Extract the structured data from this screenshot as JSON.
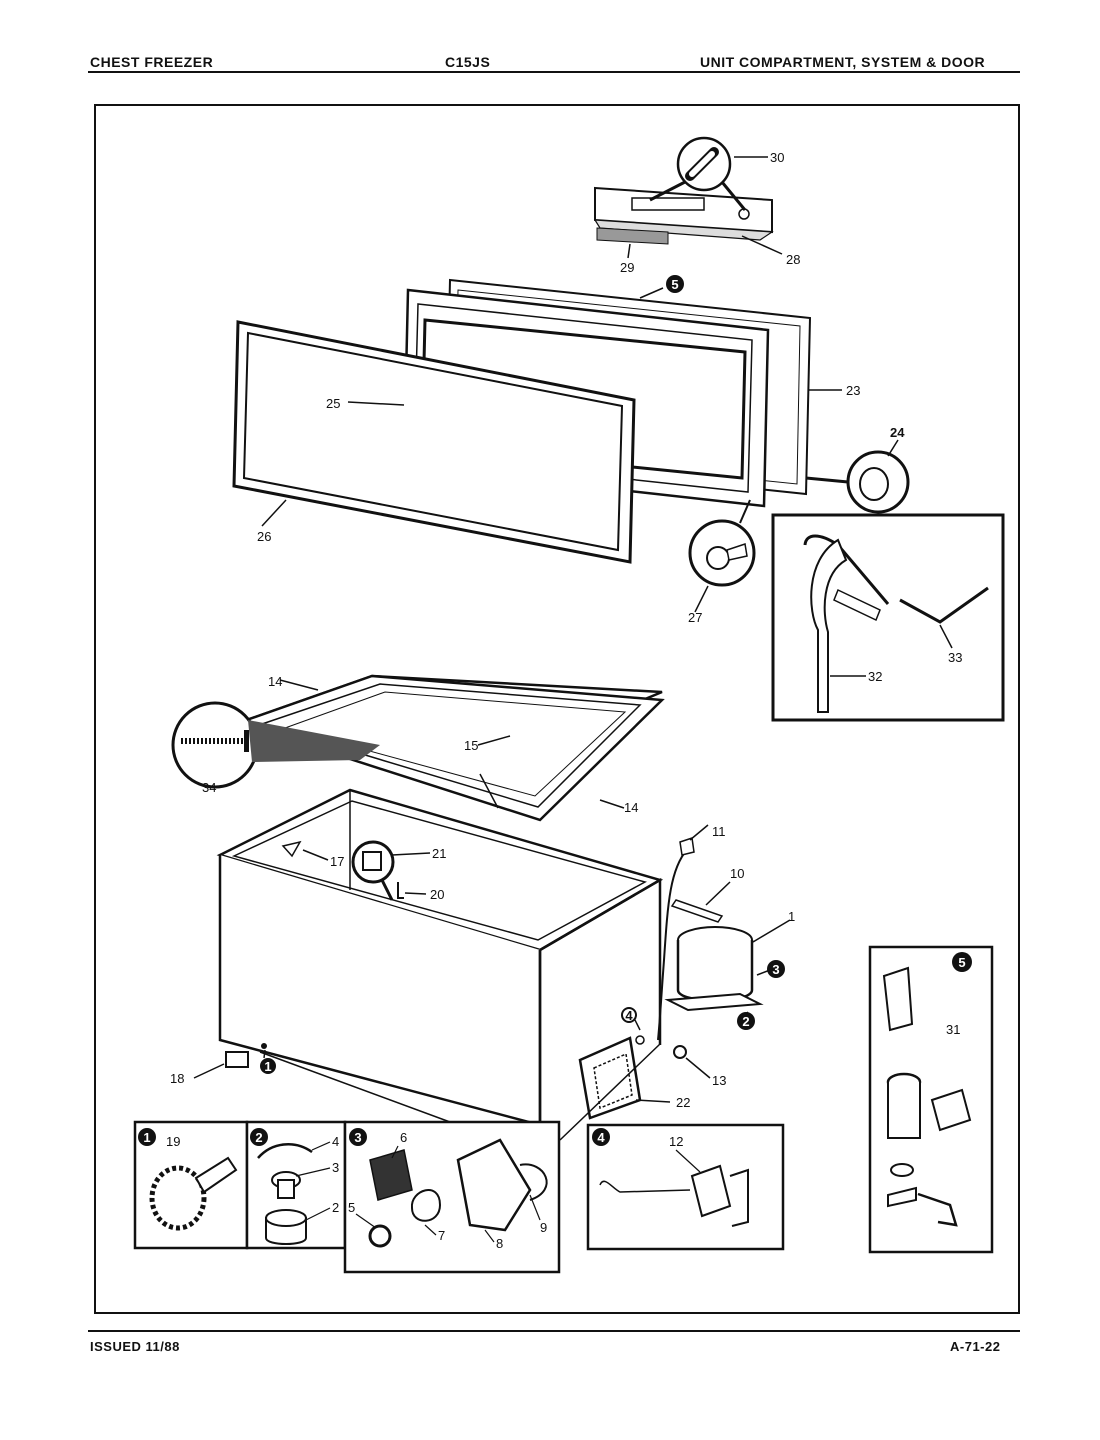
{
  "header": {
    "left": "CHEST FREEZER",
    "center": "C15JS",
    "right": "UNIT COMPARTMENT, SYSTEM & DOOR"
  },
  "footer": {
    "left": "ISSUED 11/88",
    "right": "A-71-22"
  },
  "callouts": {
    "c1": "1",
    "c2": "2",
    "c3": "3",
    "c4": "4",
    "c5": "5",
    "c6": "6",
    "c7": "7",
    "c8": "8",
    "c9": "9",
    "c10": "10",
    "c11": "11",
    "c12": "12",
    "c13": "13",
    "c14a": "14",
    "c14b": "14",
    "c15": "15",
    "c17": "17",
    "c18": "18",
    "c19": "19",
    "c20": "20",
    "c21": "21",
    "c22": "22",
    "c23": "23",
    "c24": "24",
    "c25": "25",
    "c26": "26",
    "c27": "27",
    "c28": "28",
    "c29": "29",
    "c30": "30",
    "c31": "31",
    "c32": "32",
    "c33": "33",
    "c34": "34",
    "c2_inset": "2",
    "c3_inset": "3",
    "c4_inset": "4",
    "c5_inset": "5"
  },
  "badges": {
    "b1": "1",
    "b2": "2",
    "b3": "3",
    "b4": "4",
    "b5": "5",
    "i1": "1",
    "i2": "2",
    "i3": "3",
    "i4": "4",
    "i5": "5"
  }
}
